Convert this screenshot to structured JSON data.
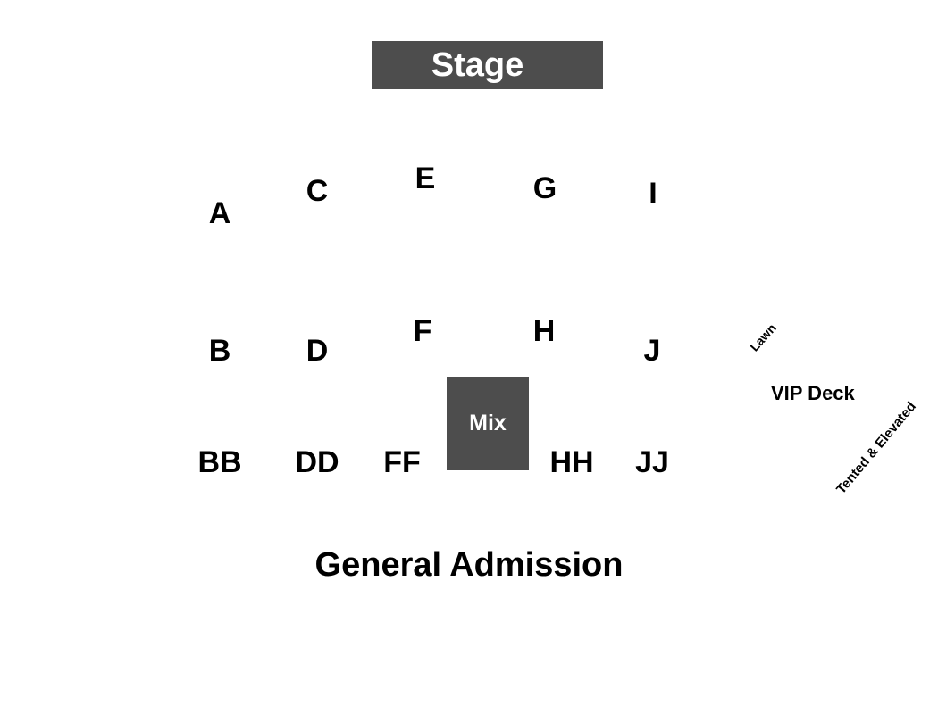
{
  "stage_label": "Stage",
  "mix_label": "Mix",
  "sections": {
    "A": "A",
    "B": "B",
    "C": "C",
    "D": "D",
    "E": "E",
    "F": "F",
    "G": "G",
    "H": "H",
    "I": "I",
    "J": "J",
    "BB": "BB",
    "DD": "DD",
    "FF": "FF",
    "HH": "HH",
    "JJ": "JJ"
  },
  "areas": {
    "lawn": "Lawn",
    "vip_deck": "VIP Deck",
    "tented": "Tented & Elevated",
    "general_admission": "General Admission"
  },
  "colors": {
    "block_fill": "#4d4d4d",
    "block_text": "#ffffff",
    "label_text": "#000000"
  }
}
